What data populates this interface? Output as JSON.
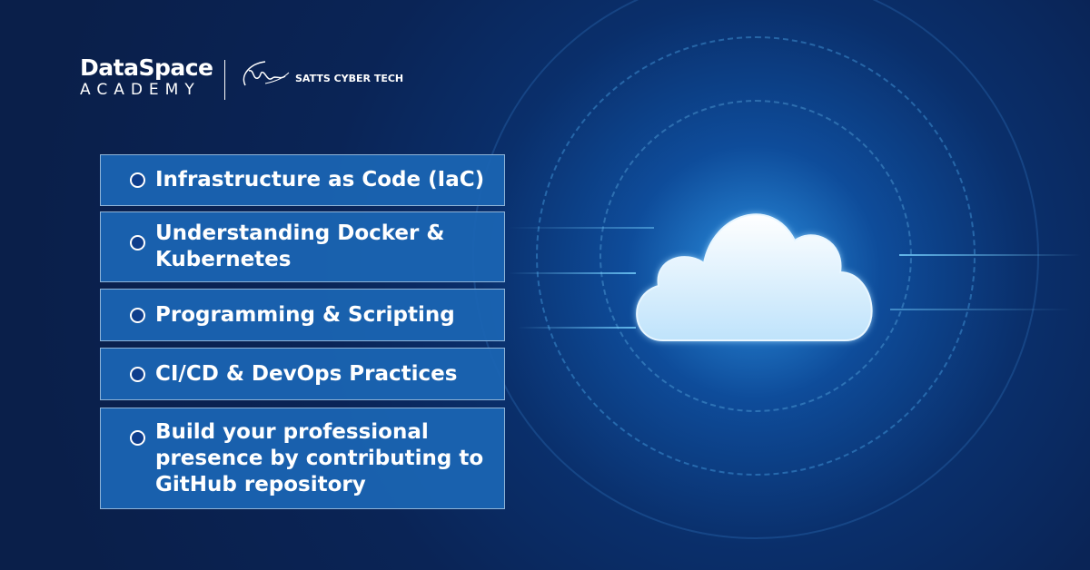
{
  "logo": {
    "brand_line1": "DataSpace",
    "brand_line2": "ACADEMY",
    "partner_mark": "SattsCyberTech",
    "partner_name": "SATTS CYBER TECH"
  },
  "items": [
    {
      "label": "Infrastructure as Code (IaC)"
    },
    {
      "label": "Understanding Docker & Kubernetes"
    },
    {
      "label": "Programming & Scripting"
    },
    {
      "label": "CI/CD & DevOps Practices"
    },
    {
      "label": "Build your professional presence by contributing to GitHub repository"
    }
  ],
  "colors": {
    "box": "#1a64b2",
    "background": "#0a1f4a",
    "accent": "#2b8fe0"
  }
}
